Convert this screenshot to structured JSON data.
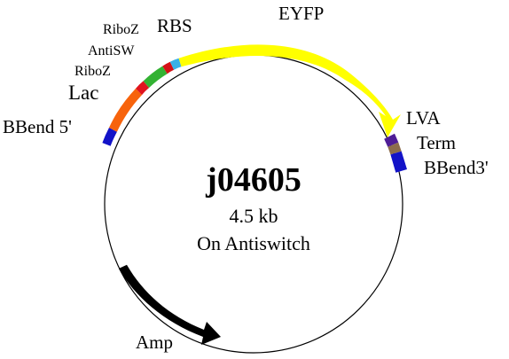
{
  "plasmid": {
    "name": "j04605",
    "size": "4.5 kb",
    "state": "On Antiswitch"
  },
  "features": [
    {
      "id": "bbend5",
      "label": "BBend 5'",
      "color": "#1313c8"
    },
    {
      "id": "lac",
      "label": "Lac",
      "color": "#f7630c"
    },
    {
      "id": "riboz1",
      "label": "RiboZ",
      "color": "#e0141e"
    },
    {
      "id": "antisw",
      "label": "AntiSW",
      "color": "#33b233"
    },
    {
      "id": "riboz2",
      "label": "RiboZ",
      "color": "#d41016"
    },
    {
      "id": "rbs",
      "label": "RBS",
      "color": "#39b0e6"
    },
    {
      "id": "eyfp",
      "label": "EYFP",
      "color": "#ffff00"
    },
    {
      "id": "lva",
      "label": "LVA",
      "color": "#4e1d96"
    },
    {
      "id": "term",
      "label": "Term",
      "color": "#8c6c4c"
    },
    {
      "id": "bbend3",
      "label": "BBend3'",
      "color": "#1313c8"
    },
    {
      "id": "amp",
      "label": "Amp",
      "color": "#000000"
    }
  ]
}
